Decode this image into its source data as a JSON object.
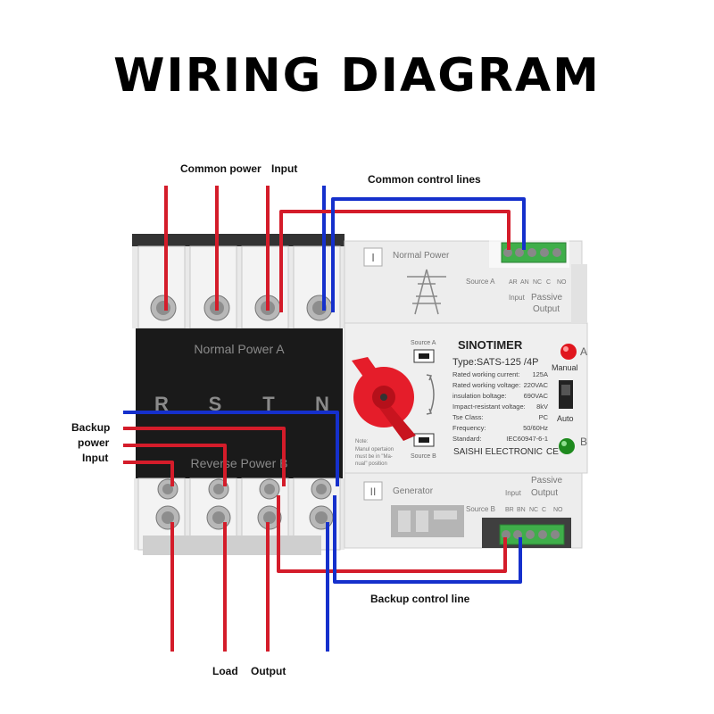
{
  "title": "WIRING DIAGRAM",
  "labels": {
    "common_power": "Common power",
    "input_top": "Input",
    "common_control_lines": "Common control lines",
    "backup": "Backup",
    "power": "power",
    "input_left": "Input",
    "backup_control_line": "Backup control line",
    "load": "Load",
    "output": "Output"
  },
  "device": {
    "normal_power_a": "Normal Power A",
    "reverse_power": "Reverse Power B",
    "phases": [
      "R",
      "S",
      "T",
      "N"
    ],
    "top_module": {
      "badge": "I",
      "title": "Normal Power",
      "source": "Source A",
      "terminals": [
        "AR",
        "AN",
        "NC",
        "C",
        "NO"
      ],
      "input": "Input",
      "passive": "Passive",
      "output": "Output"
    },
    "bottom_module": {
      "badge": "II",
      "title": "Generator",
      "source": "Source B",
      "terminals": [
        "BR",
        "BN",
        "NC",
        "C",
        "NO"
      ],
      "input": "Input",
      "passive": "Passive",
      "output": "Output"
    },
    "panel": {
      "source_a": "Source A",
      "source_b": "Source B",
      "note": "Note:",
      "note_line1": "Manul opertaion",
      "note_line2": "must be in \"Ma-",
      "note_line3": "nual\" position",
      "brand": "SINOTIMER",
      "model": "Type:SATS-125 /4P",
      "specs": [
        {
          "k": "Rated working current:",
          "v": "125A"
        },
        {
          "k": "Rated working voltage:",
          "v": "220VAC"
        },
        {
          "k": "insulation boltage:",
          "v": "690VAC"
        },
        {
          "k": "Impact-resistant voltage:",
          "v": "8kV"
        },
        {
          "k": "Tse  Class:",
          "v": "PC"
        },
        {
          "k": "Frequency:",
          "v": "50/60Hz"
        },
        {
          "k": "Standard:",
          "v": "IEC60947-6-1"
        }
      ],
      "maker": "SAISHI ELECTRONIC",
      "ce": "CE",
      "a": "A",
      "b": "B",
      "manual": "Manual",
      "auto": "Auto"
    }
  },
  "colors": {
    "wire_red": "#d41c2a",
    "wire_blue": "#1530cc",
    "device_black": "#1a1a1a",
    "device_white": "#eeeeee",
    "terminal_green": "#3fae4a",
    "handle_red": "#e51d2a"
  }
}
